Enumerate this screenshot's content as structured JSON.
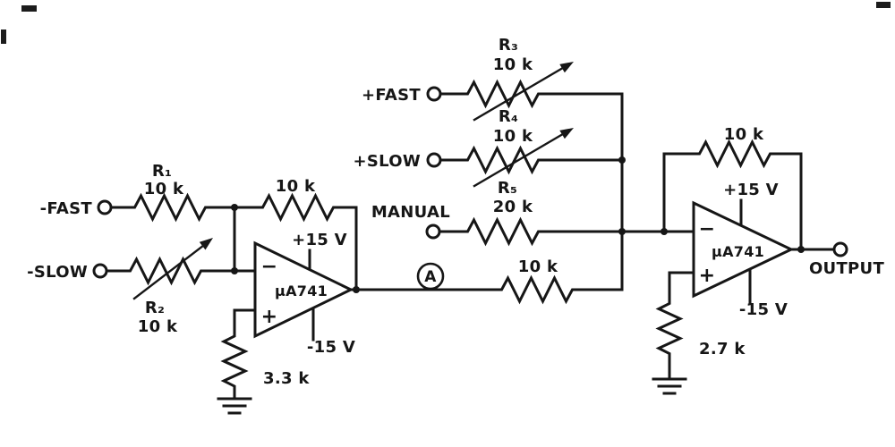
{
  "colors": {
    "ink": "#161616",
    "paper": "#ffffff"
  },
  "inputs": {
    "neg_fast": "-FAST",
    "neg_slow": "-SLOW",
    "pos_fast": "+FAST",
    "pos_slow": "+SLOW",
    "manual": "MANUAL"
  },
  "node_label": "A",
  "output_label": "OUTPUT",
  "opamp1": {
    "part": "μA741",
    "supply_pos": "+15 V",
    "supply_neg": "-15 V",
    "inverting": "−",
    "noninverting": "+"
  },
  "opamp2": {
    "part": "μA741",
    "supply_pos": "+15 V",
    "supply_neg": "-15 V",
    "inverting": "−",
    "noninverting": "+"
  },
  "resistors": {
    "r1": {
      "ref": "R₁",
      "value": "10 k",
      "variable": false
    },
    "r2": {
      "ref": "R₂",
      "value": "10 k",
      "variable": true
    },
    "r3": {
      "ref": "R₃",
      "value": "10 k",
      "variable": true
    },
    "r4": {
      "ref": "R₄",
      "value": "10 k",
      "variable": true
    },
    "r5": {
      "ref": "R₅",
      "value": "20 k",
      "variable": false
    },
    "feedback1": {
      "value": "10 k"
    },
    "feedback2": {
      "value": "10 k"
    },
    "summing": {
      "value": "10 k"
    },
    "ground1": {
      "value": "3.3 k"
    },
    "ground2": {
      "value": "2.7 k"
    }
  }
}
